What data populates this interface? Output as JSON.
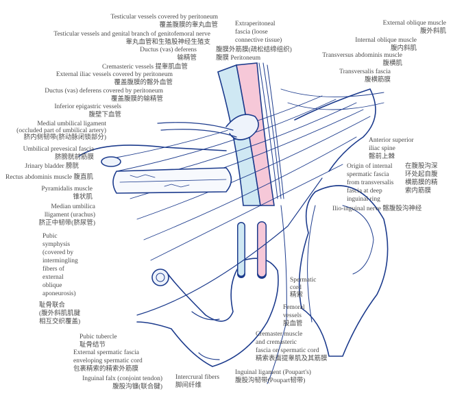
{
  "colors": {
    "line": "#1b3a8c",
    "pink": "#f6c8d8",
    "blue": "#cfe8f3",
    "text": "#4a4a4a"
  },
  "labels": {
    "testicular_peritoneum": {
      "en": "Testicular vessels covered by peritoneum",
      "cn": "覆盖腹膜的睾丸血管"
    },
    "testicular_genital": {
      "en": "Testicular vessels and genital branch of genitofemoral nerve",
      "cn": "睾丸血管和生殖股神经生殖支"
    },
    "ductus_deferens": {
      "en": "Ductus (vas) deferens",
      "cn": "输精管"
    },
    "cremasteric_vessels": {
      "en": "Cremasteric vessels 提睾肌血管"
    },
    "external_iliac": {
      "en": "External iliac vessels covered by peritoneum",
      "cn": "覆盖腹膜的髂外血管"
    },
    "ductus_peritoneum": {
      "en": "Ductus (vas) deferens covered by peritoneum",
      "cn": "覆盖腹膜的输精管"
    },
    "inferior_epigastric": {
      "en": "Inferior epigastric vessels",
      "cn": "腹壁下血管"
    },
    "medial_umbilical": {
      "en1": "Medial umbilical ligament",
      "en2": "(occluded part of umbilical artery)",
      "cn": "脐内侧韧带(脐动脉闭锁部分)"
    },
    "umbilical_prevesical": {
      "en": "Umbilical prevesical fascia",
      "cn": "脐膀胱前筋膜"
    },
    "urinary_bladder": {
      "en": "Jrinary bladder 膀胱"
    },
    "rectus_abdominis": {
      "en": "Rectus abdominis muscle 腹直肌"
    },
    "pyramidalis": {
      "en": "Pyramidalis muscle",
      "cn": "锥状肌"
    },
    "median_umbilical": {
      "en1": "Median umbilica",
      "en2": "lligament (urachus)",
      "cn": "脐正中韧带(脐尿管)"
    },
    "pubic_symphysis": {
      "en": [
        "Pubic",
        "symphysis",
        "(covered by",
        "intermingling",
        "fibers of",
        "external",
        "oblique",
        "aponeurosis)"
      ],
      "cn": [
        "耻骨联合",
        "(腹外斜肌肌腱",
        "相互交织覆盖)"
      ]
    },
    "pubic_tubercle": {
      "en": "Pubic tubercle",
      "cn": "耻骨结节"
    },
    "external_spermatic": {
      "en1": "External spermatic fascia",
      "en2": "enveloping spermatic cord",
      "cn": "包裹精索的精索外筋膜"
    },
    "inguinal_falx": {
      "en": "Inguinal falx (conjoint tendon)",
      "cn": "腹股沟镰(联合腱)"
    },
    "intercrural": {
      "en": "Intercrural fibers",
      "cn": "脚间纤维"
    },
    "inguinal_ligament": {
      "en": "Inguinal ligament (Poupart's)",
      "cn": "腹股沟韧带(Poupart韧带)"
    },
    "cremaster": {
      "en1": "Cremaster muscle",
      "en2": "and cremasteric",
      "en3": "fascia on spermatic cord",
      "cn": "精索表面提睾肌及其筋膜"
    },
    "femoral": {
      "en1": "Femoral",
      "en2": "vessels",
      "cn": "股血管"
    },
    "spermatic_cord": {
      "en1": "Spermatic",
      "en2": "cord",
      "cn": "精索"
    },
    "extraperitoneal": {
      "en": [
        "Extraperitoneal",
        "fascia (loose",
        "connective tissue)"
      ],
      "cn": "腹膜外筋膜(疏松结缔组织)",
      "peritoneum": "腹膜 Peritoneum"
    },
    "external_oblique": {
      "en": "External oblique muscle",
      "cn": "腹外斜肌"
    },
    "internal_oblique": {
      "en": "Internal oblique muscle",
      "cn": "腹内斜肌"
    },
    "transversus": {
      "en": "Transversus abdominis muscle",
      "cn": "腹横肌"
    },
    "transversalis": {
      "en": "Transversalis fascia",
      "cn": "腹横筋膜"
    },
    "asis": {
      "en1": "Anterior superior",
      "en2": "iliac spine",
      "cn": "髂前上棘"
    },
    "origin_internal": {
      "en": [
        "Origin of internal",
        "spermatic fascia",
        "from transversalis",
        "fascia at deep",
        "inguinal ring"
      ],
      "cn": [
        "在腹股沟深",
        "环处起自腹",
        "横筋膜的精",
        "索内筋膜"
      ]
    },
    "ilio_inguinal": {
      "en": "Ilio-inguinal nerve 髂腹股沟神经"
    }
  }
}
